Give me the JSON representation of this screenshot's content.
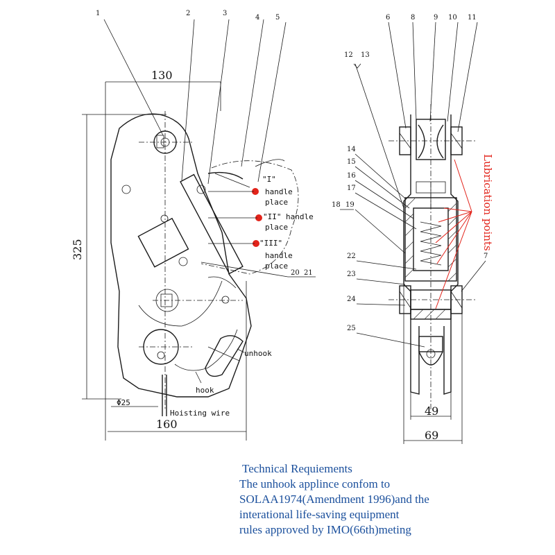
{
  "part_numbers": [
    "1",
    "2",
    "3",
    "4",
    "5",
    "6",
    "8",
    "9",
    "10",
    "11",
    "12",
    "13",
    "14",
    "15",
    "16",
    "17",
    "18",
    "19",
    "7",
    "20",
    "21",
    "22",
    "23",
    "24",
    "25"
  ],
  "dimensions": {
    "top_width": "130",
    "height": "325",
    "bottom_width": "160",
    "pin_diameter": "Φ25",
    "side_inner": "49",
    "side_outer": "69"
  },
  "handle_positions": [
    {
      "mark": "\"I\"",
      "label1": "handle",
      "label2": "place"
    },
    {
      "mark": "\"II\"",
      "label1": "handle",
      "label2": "place"
    },
    {
      "mark": "\"III\"",
      "label1": "handle",
      "label2": "place"
    }
  ],
  "labels": {
    "unhook": "unhook",
    "hook": "hook",
    "hoisting_wire": "Hoisting wire",
    "lubrication": "Lubrication points"
  },
  "technical": {
    "title": "Technical Requiements",
    "lines": [
      "The unhook applince confom to",
      "SOLAA1974(Amendment 1996)and the",
      "interational life-saving equipment",
      "rules approved by IMO(66th)meting"
    ]
  },
  "colors": {
    "lubrication_marker": "#e2231a",
    "note_text": "#1a4f9c"
  }
}
